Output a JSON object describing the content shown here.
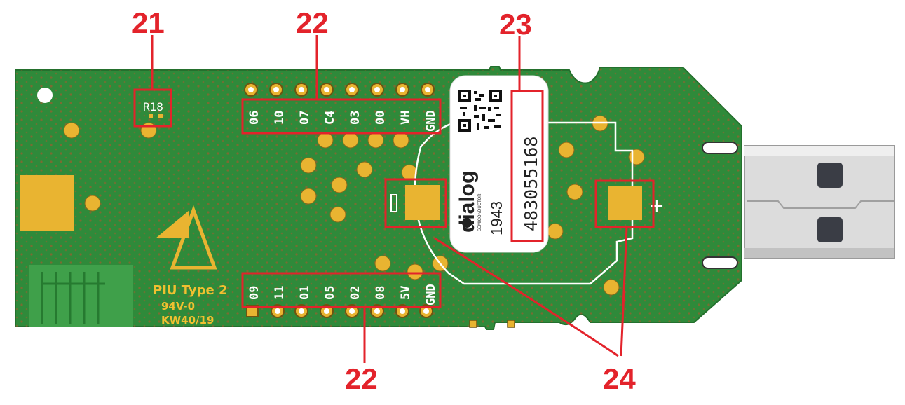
{
  "callouts": {
    "c21": "21",
    "c22_top": "22",
    "c23": "23",
    "c22_bottom": "22",
    "c24": "24"
  },
  "board": {
    "resistor_label": "R18",
    "top_pins": [
      "06",
      "10",
      "07",
      "C4",
      "03",
      "00",
      "VH",
      "GND"
    ],
    "bottom_pins": [
      "09",
      "11",
      "01",
      "05",
      "02",
      "08",
      "5V",
      "GND"
    ],
    "silkscreen": {
      "line1": "PIU Type 2",
      "line2": "94V-0",
      "line3": "KW40/19"
    },
    "sticker": {
      "brand": "dialog",
      "brand_sub": "SEMICONDUCTOR",
      "year_code": "1943",
      "serial": "483055168"
    },
    "pad_polarity_plus": "+"
  },
  "colors": {
    "callout_red": "#e3232b",
    "pcb_green": "#2f8a3a",
    "gold": "#e9b431",
    "silkscreen": "#ffffff"
  }
}
